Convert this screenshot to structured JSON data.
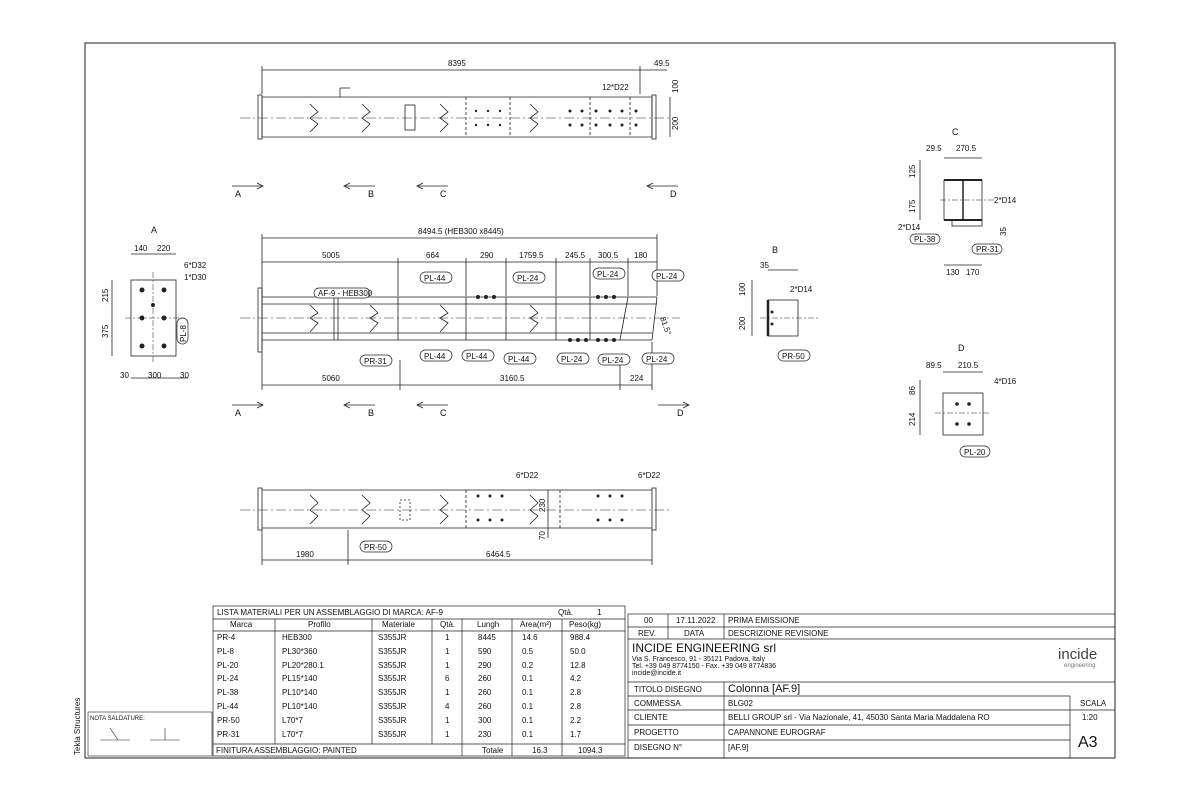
{
  "side_label": "Tekla Structures",
  "weld_note": "NOTA SALDATURE:",
  "views": {
    "top": {
      "dims": [
        "8395",
        "49.5",
        "100",
        "200",
        "12*D22"
      ]
    },
    "main": {
      "overall": "8494.5 (HEB300 x8445)",
      "top_dims": [
        "5005",
        "664",
        "290",
        "1759.5",
        "245.5",
        "300.5",
        "180"
      ],
      "bottom_dims": [
        "5060",
        "3160.5",
        "224"
      ],
      "angle": "81.5°",
      "marks": [
        "AF-9 - HEB300",
        "PL-44",
        "PL-24",
        "PL-24",
        "PL-24",
        "PR-31",
        "PL-44",
        "PL-44",
        "PL-44",
        "PL-24",
        "PL-24",
        "PL-24"
      ]
    },
    "bottom": {
      "dims": [
        "6*D22",
        "6*D22",
        "230",
        "70",
        "1980",
        "6464.5"
      ],
      "mark": "PR-50"
    },
    "section_letters": [
      "A",
      "B",
      "C",
      "D"
    ],
    "sec_A": {
      "title": "A",
      "dims": [
        "140",
        "220",
        "215",
        "375",
        "30",
        "300",
        "30"
      ],
      "holes": [
        "6*D32",
        "1*D30"
      ],
      "mark": "PL-8"
    },
    "sec_B": {
      "title": "B",
      "dims": [
        "35",
        "100",
        "200"
      ],
      "holes": "2*D14",
      "mark": "PR-50"
    },
    "sec_C": {
      "title": "C",
      "dims": [
        "29.5",
        "270.5",
        "125",
        "175",
        "35",
        "130",
        "170"
      ],
      "holes": [
        "2*D14",
        "2*D14"
      ],
      "marks": [
        "PL-38",
        "PR-31"
      ]
    },
    "sec_D": {
      "title": "D",
      "dims": [
        "89.5",
        "210.5",
        "86",
        "214"
      ],
      "holes": "4*D16",
      "mark": "PL-20"
    }
  },
  "materials": {
    "title": "LISTA MATERIALI PER UN ASSEMBLAGGIO DI MARCA:  AF-9",
    "qty_label": "Qtà.",
    "qty_value": "1",
    "headers": [
      "Marca",
      "Profilo",
      "Materiale",
      "Qtà.",
      "Lungh",
      "Area(m²)",
      "Peso(kg)"
    ],
    "rows": [
      [
        "PR-4",
        "HEB300",
        "S355JR",
        "1",
        "8445",
        "14.6",
        "988.4"
      ],
      [
        "PL-8",
        "PL30*360",
        "S355JR",
        "1",
        "590",
        "0.5",
        "50.0"
      ],
      [
        "PL-20",
        "PL20*280.1",
        "S355JR",
        "1",
        "290",
        "0.2",
        "12.8"
      ],
      [
        "PL-24",
        "PL15*140",
        "S355JR",
        "6",
        "260",
        "0.1",
        "4.2"
      ],
      [
        "PL-38",
        "PL10*140",
        "S355JR",
        "1",
        "260",
        "0.1",
        "2.8"
      ],
      [
        "PL-44",
        "PL10*140",
        "S355JR",
        "4",
        "260",
        "0.1",
        "2.8"
      ],
      [
        "PR-50",
        "L70*7",
        "S355JR",
        "1",
        "300",
        "0.1",
        "2.2"
      ],
      [
        "PR-31",
        "L70*7",
        "S355JR",
        "1",
        "230",
        "0.1",
        "1.7"
      ]
    ],
    "footer_left": "FINITURA ASSEMBLAGGIO: PAINTED",
    "total_label": "Totale",
    "total_area": "16.3",
    "total_weight": "1094.3"
  },
  "title_block": {
    "rev_no": "00",
    "rev_date": "17.11.2022",
    "rev_desc": "PRIMA EMISSIONE",
    "h_rev": "REV.",
    "h_data": "DATA",
    "h_desc": "DESCRIZIONE REVISIONE",
    "company": "INCIDE ENGINEERING srl",
    "address1": "Via S. Francesco, 91 - 35121 Padova, Italy",
    "address2": "Tel. +39 049 8774150 - Fax. +39 049 8774836",
    "email": "incide@incide.it",
    "logo_text": "incide",
    "logo_sub": "engineering",
    "titolo_label": "TITOLO DISEGNO",
    "titolo_value": "Colonna  [AF.9]",
    "commessa_label": "COMMESSA",
    "commessa_value": "BLG02",
    "cliente_label": "CLIENTE",
    "cliente_value": "BELLI GROUP srl - Via Nazionale, 41, 45030 Santa Maria Maddalena RO",
    "progetto_label": "PROGETTO",
    "progetto_value": "CAPANNONE EUROGRAF",
    "disegno_label": "DISEGNO N°",
    "disegno_value": "[AF.9]",
    "scala_label": "SCALA",
    "scala_value": "1:20",
    "format": "A3"
  }
}
